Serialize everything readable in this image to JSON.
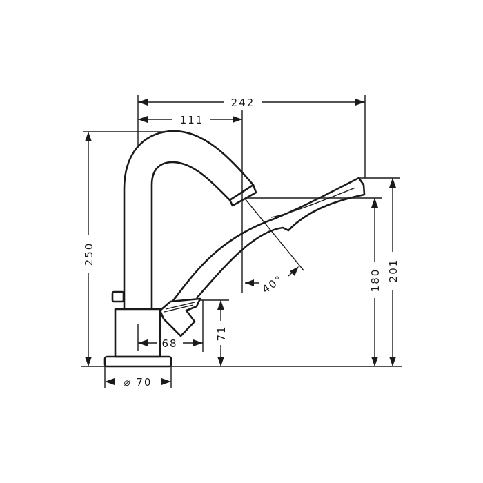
{
  "dimensions": {
    "overall_width": "242",
    "spout_reach": "111",
    "total_height": "250",
    "shower_angle": "40°",
    "shower_outlet_height": "180",
    "shower_top_height": "201",
    "handle_height": "71",
    "handle_reach": "68",
    "base_diameter": "⌀ 70"
  },
  "colors": {
    "line": "#1a1a1a",
    "background": "#ffffff"
  }
}
